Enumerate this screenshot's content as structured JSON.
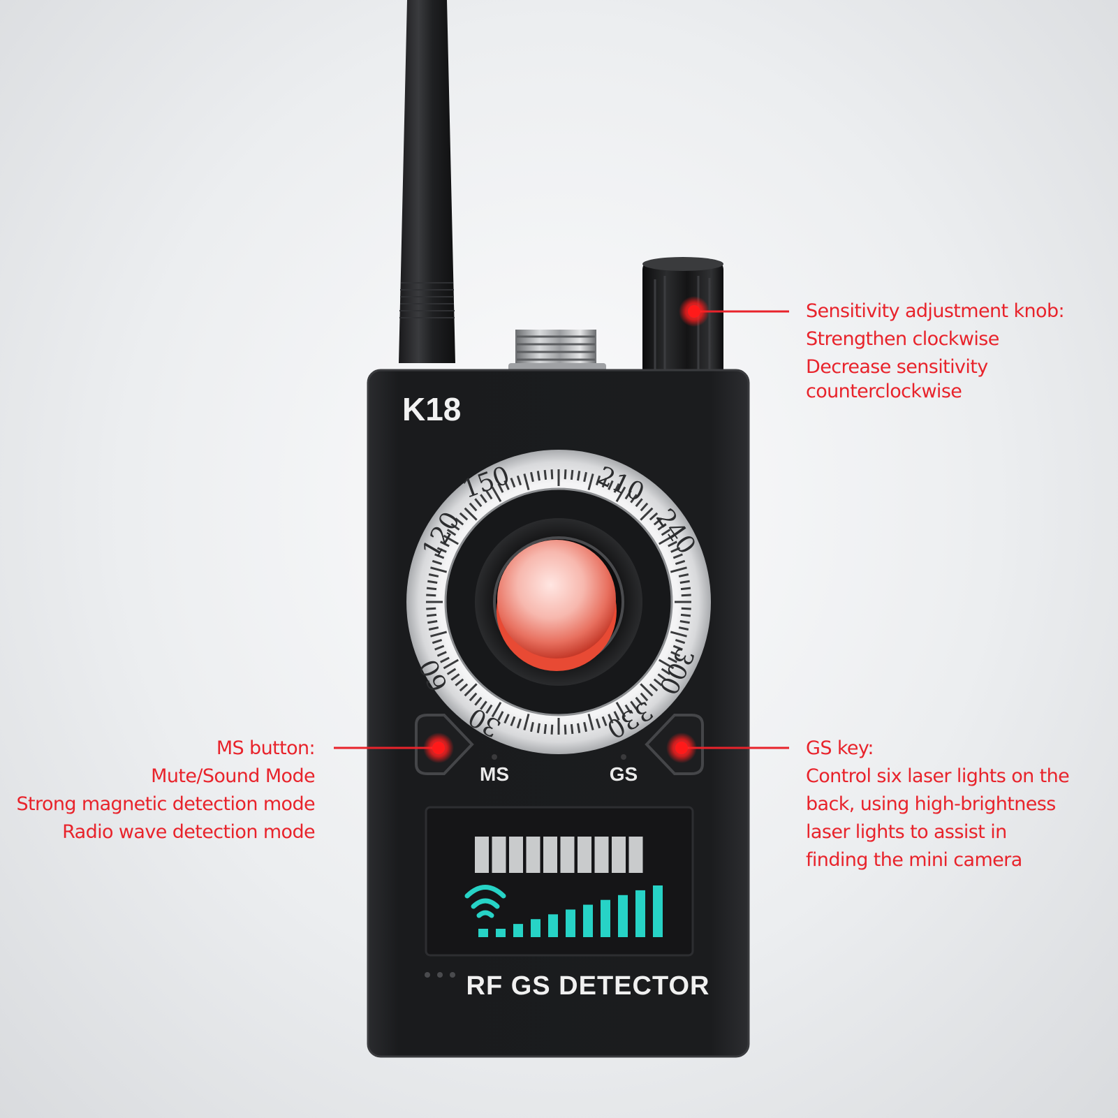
{
  "device": {
    "model": "K18",
    "brand_text": "RF GS DETECTOR",
    "button_ms": "MS",
    "button_gs": "GS",
    "dial_labels": [
      "150",
      "210",
      "240",
      "120",
      "300",
      "60",
      "30",
      "330"
    ]
  },
  "signal_display": {
    "led_segments": 10,
    "bar_count": 10,
    "bar_color": "#27d3c6",
    "segment_color": "#c9cbcc"
  },
  "colors": {
    "accent_red": "#e8232b",
    "body": "#1c1d1f"
  },
  "callouts": {
    "knob": {
      "lines": [
        "Sensitivity adjustment knob:",
        "Strengthen clockwise",
        "Decrease sensitivity",
        "counterclockwise"
      ]
    },
    "ms": {
      "lines": [
        "MS button:",
        "Mute/Sound Mode",
        "Strong magnetic detection mode",
        "Radio wave detection mode"
      ]
    },
    "gs": {
      "lines": [
        "GS key:",
        "Control six laser lights on the",
        "back, using high-brightness",
        "laser lights to assist in",
        "finding the mini camera"
      ]
    }
  }
}
